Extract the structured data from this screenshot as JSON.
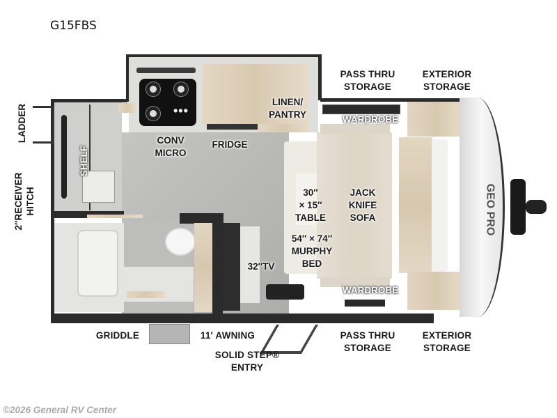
{
  "model": {
    "name": "G15FBS"
  },
  "labels": {
    "ladder": "LADDER",
    "receiver_hitch": "2″RECEIVER\nHITCH",
    "shelf": "SHELF",
    "conv_micro_line1": "CONV",
    "conv_micro_line2": "MICRO",
    "fridge": "FRIDGE",
    "linen_line1": "LINEN/",
    "linen_line2": "PANTRY",
    "pass_thru_top_line1": "PASS THRU",
    "pass_thru_top_line2": "STORAGE",
    "exterior_top_line1": "EXTERIOR",
    "exterior_top_line2": "STORAGE",
    "wardrobe_top": "WARDROBE",
    "wardrobe_bottom": "WARDROBE",
    "table_line1": "30″",
    "table_line2": "× 15″",
    "table_line3": "TABLE",
    "sofa_line1": "JACK",
    "sofa_line2": "KNIFE",
    "sofa_line3": "SOFA",
    "murphy_line1": "54″ × 74″",
    "murphy_line2": "MURPHY",
    "murphy_line3": "BED",
    "tv": "32″TV",
    "griddle": "GRIDDLE",
    "awning": "11′ AWNING",
    "entry_line1": "SOLID STEP®",
    "entry_line2": "ENTRY",
    "pass_thru_bottom_line1": "PASS THRU",
    "pass_thru_bottom_line2": "STORAGE",
    "exterior_bottom_line1": "EXTERIOR",
    "exterior_bottom_line2": "STORAGE",
    "front_cap_logo": "GEO PRO"
  },
  "footer": {
    "copyright": "©2026 General RV Center"
  },
  "colors": {
    "wall": "#2b2b2b",
    "floor": "#b9b9b7",
    "wood": "#dccdb5",
    "upholstery": "#e9e4da",
    "cap": "#eeeeee",
    "logo_accent": "#e08a2c"
  }
}
